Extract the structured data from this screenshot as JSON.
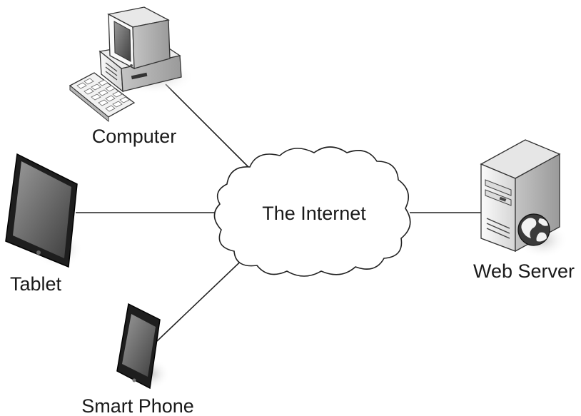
{
  "nodes": {
    "computer": {
      "label": "Computer"
    },
    "tablet": {
      "label": "Tablet"
    },
    "phone": {
      "label": "Smart Phone"
    },
    "internet": {
      "label": "The Internet"
    },
    "server": {
      "label": "Web Server"
    }
  },
  "edges": [
    {
      "from": "computer",
      "to": "internet"
    },
    {
      "from": "tablet",
      "to": "internet"
    },
    {
      "from": "phone",
      "to": "internet"
    },
    {
      "from": "internet",
      "to": "server"
    }
  ]
}
